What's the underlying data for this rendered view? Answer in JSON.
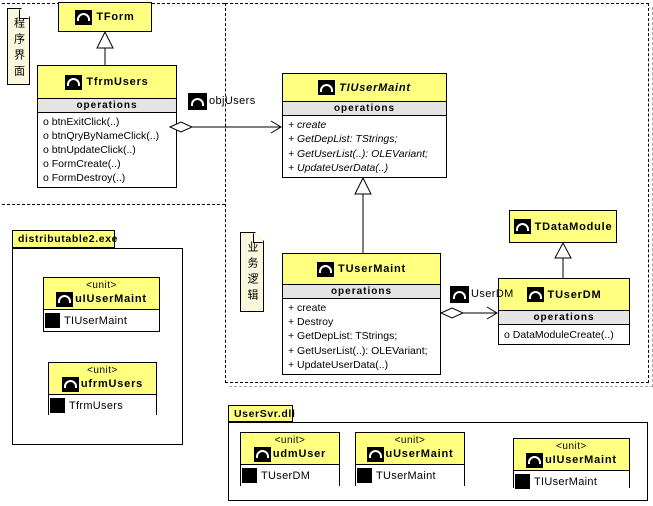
{
  "notes": {
    "program_interface": "程序界面",
    "business_logic": "业务逻辑"
  },
  "labels": {
    "operations": "operations",
    "unit_stereotype": "<unit>",
    "objusers": "objUsers",
    "userdm": "UserDM"
  },
  "classes": {
    "tform": {
      "title": "TForm"
    },
    "tfrmusers": {
      "title": "TfrmUsers",
      "operations": [
        "o btnExitClick(..)",
        "o btnQryByNameClick(..)",
        "o btnUpdateClick(..)",
        "o FormCreate(..)",
        "o FormDestroy(..)"
      ]
    },
    "tiusermaint": {
      "title": "TIUserMaint",
      "operations": [
        "+ create",
        "+ GetDepList: TStrings;",
        "+ GetUserList(..): OLEVariant;",
        "+ UpdateUserData(..)"
      ]
    },
    "tusermaint": {
      "title": "TUserMaint",
      "operations": [
        "+ create",
        "+ Destroy",
        "+ GetDepList: TStrings;",
        "+ GetUserList(..): OLEVariant;",
        "+ UpdateUserData(..)"
      ]
    },
    "tdatamodule": {
      "title": "TDataModule"
    },
    "tuserdm": {
      "title": "TUserDM",
      "operations": [
        "o DataModuleCreate(..)"
      ]
    }
  },
  "packages": {
    "distributable2": {
      "title": "distributable2.exe",
      "units": [
        {
          "name": "uIUserMaint",
          "member": "TIUserMaint"
        },
        {
          "name": "ufrmUsers",
          "member": "TfrmUsers"
        }
      ]
    },
    "usersvr": {
      "title": "UserSvr.dll",
      "units": [
        {
          "name": "udmUser",
          "member": "TUserDM"
        },
        {
          "name": "uUserMaint",
          "member": "TUserMaint"
        },
        {
          "name": "uIUserMaint",
          "member": "TIUserMaint"
        }
      ]
    }
  },
  "colors": {
    "class_header": "#ffff80",
    "section_bar": "#e4e4e4",
    "note_fill": "#faf7dc",
    "line": "#000000"
  }
}
